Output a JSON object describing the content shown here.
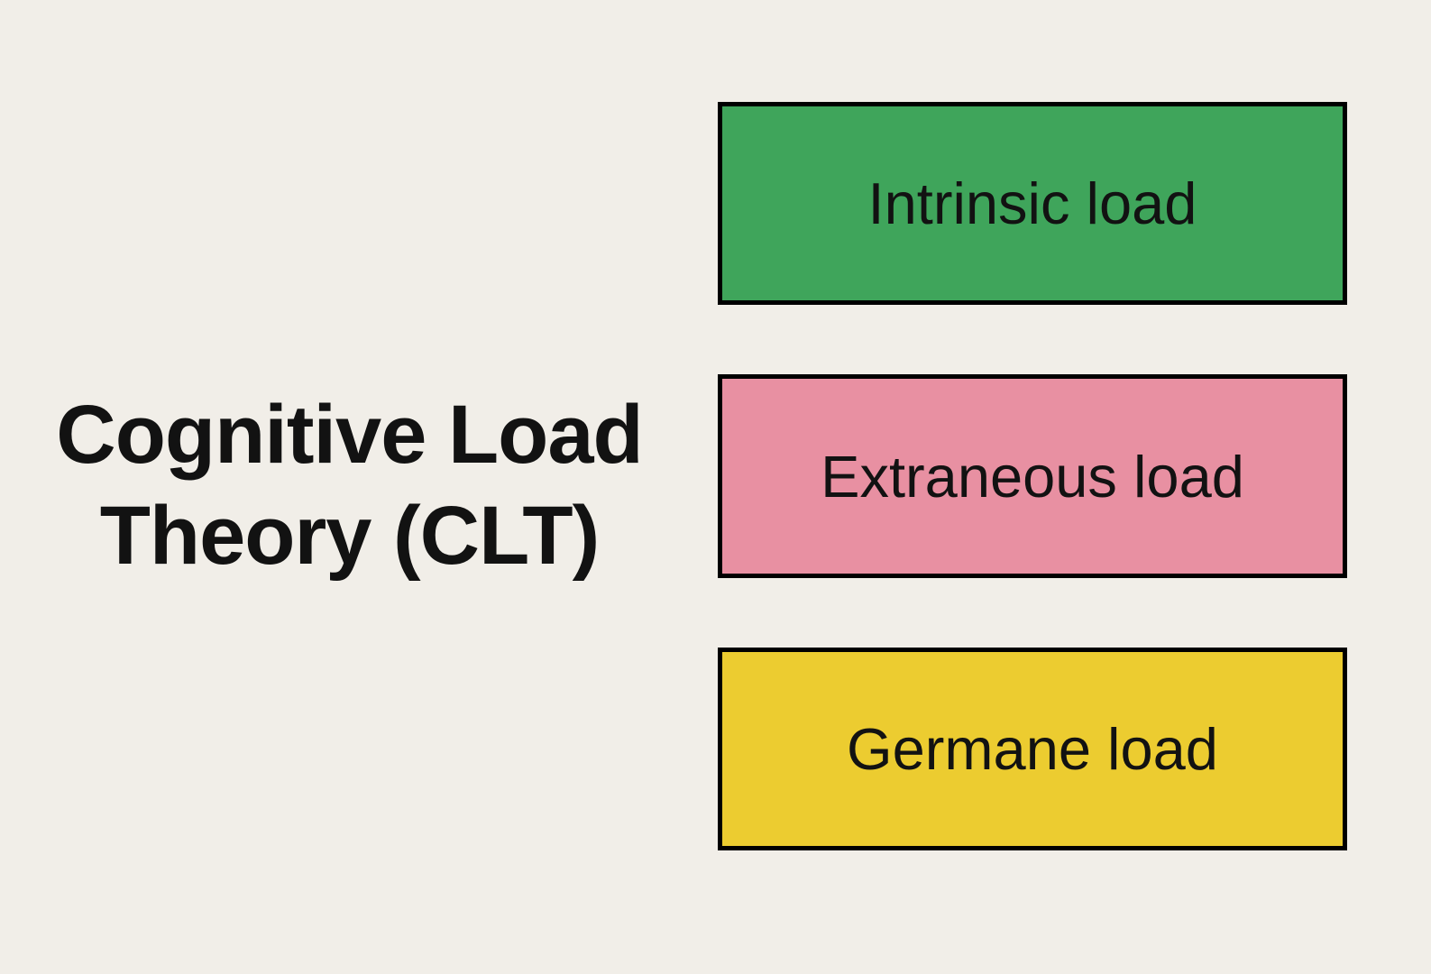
{
  "slide": {
    "title": {
      "lines": [
        "Cognitive Load",
        "Theory (CLT)"
      ]
    },
    "boxes": [
      {
        "label": "Intrinsic load",
        "fill": "#3FA55B"
      },
      {
        "label": "Extraneous load",
        "fill": "#E890A2"
      },
      {
        "label": "Germane load",
        "fill": "#ECCC30"
      }
    ],
    "colors": {
      "background": "#F1EEE8",
      "box_border": "#000000",
      "text": "#121212"
    }
  }
}
